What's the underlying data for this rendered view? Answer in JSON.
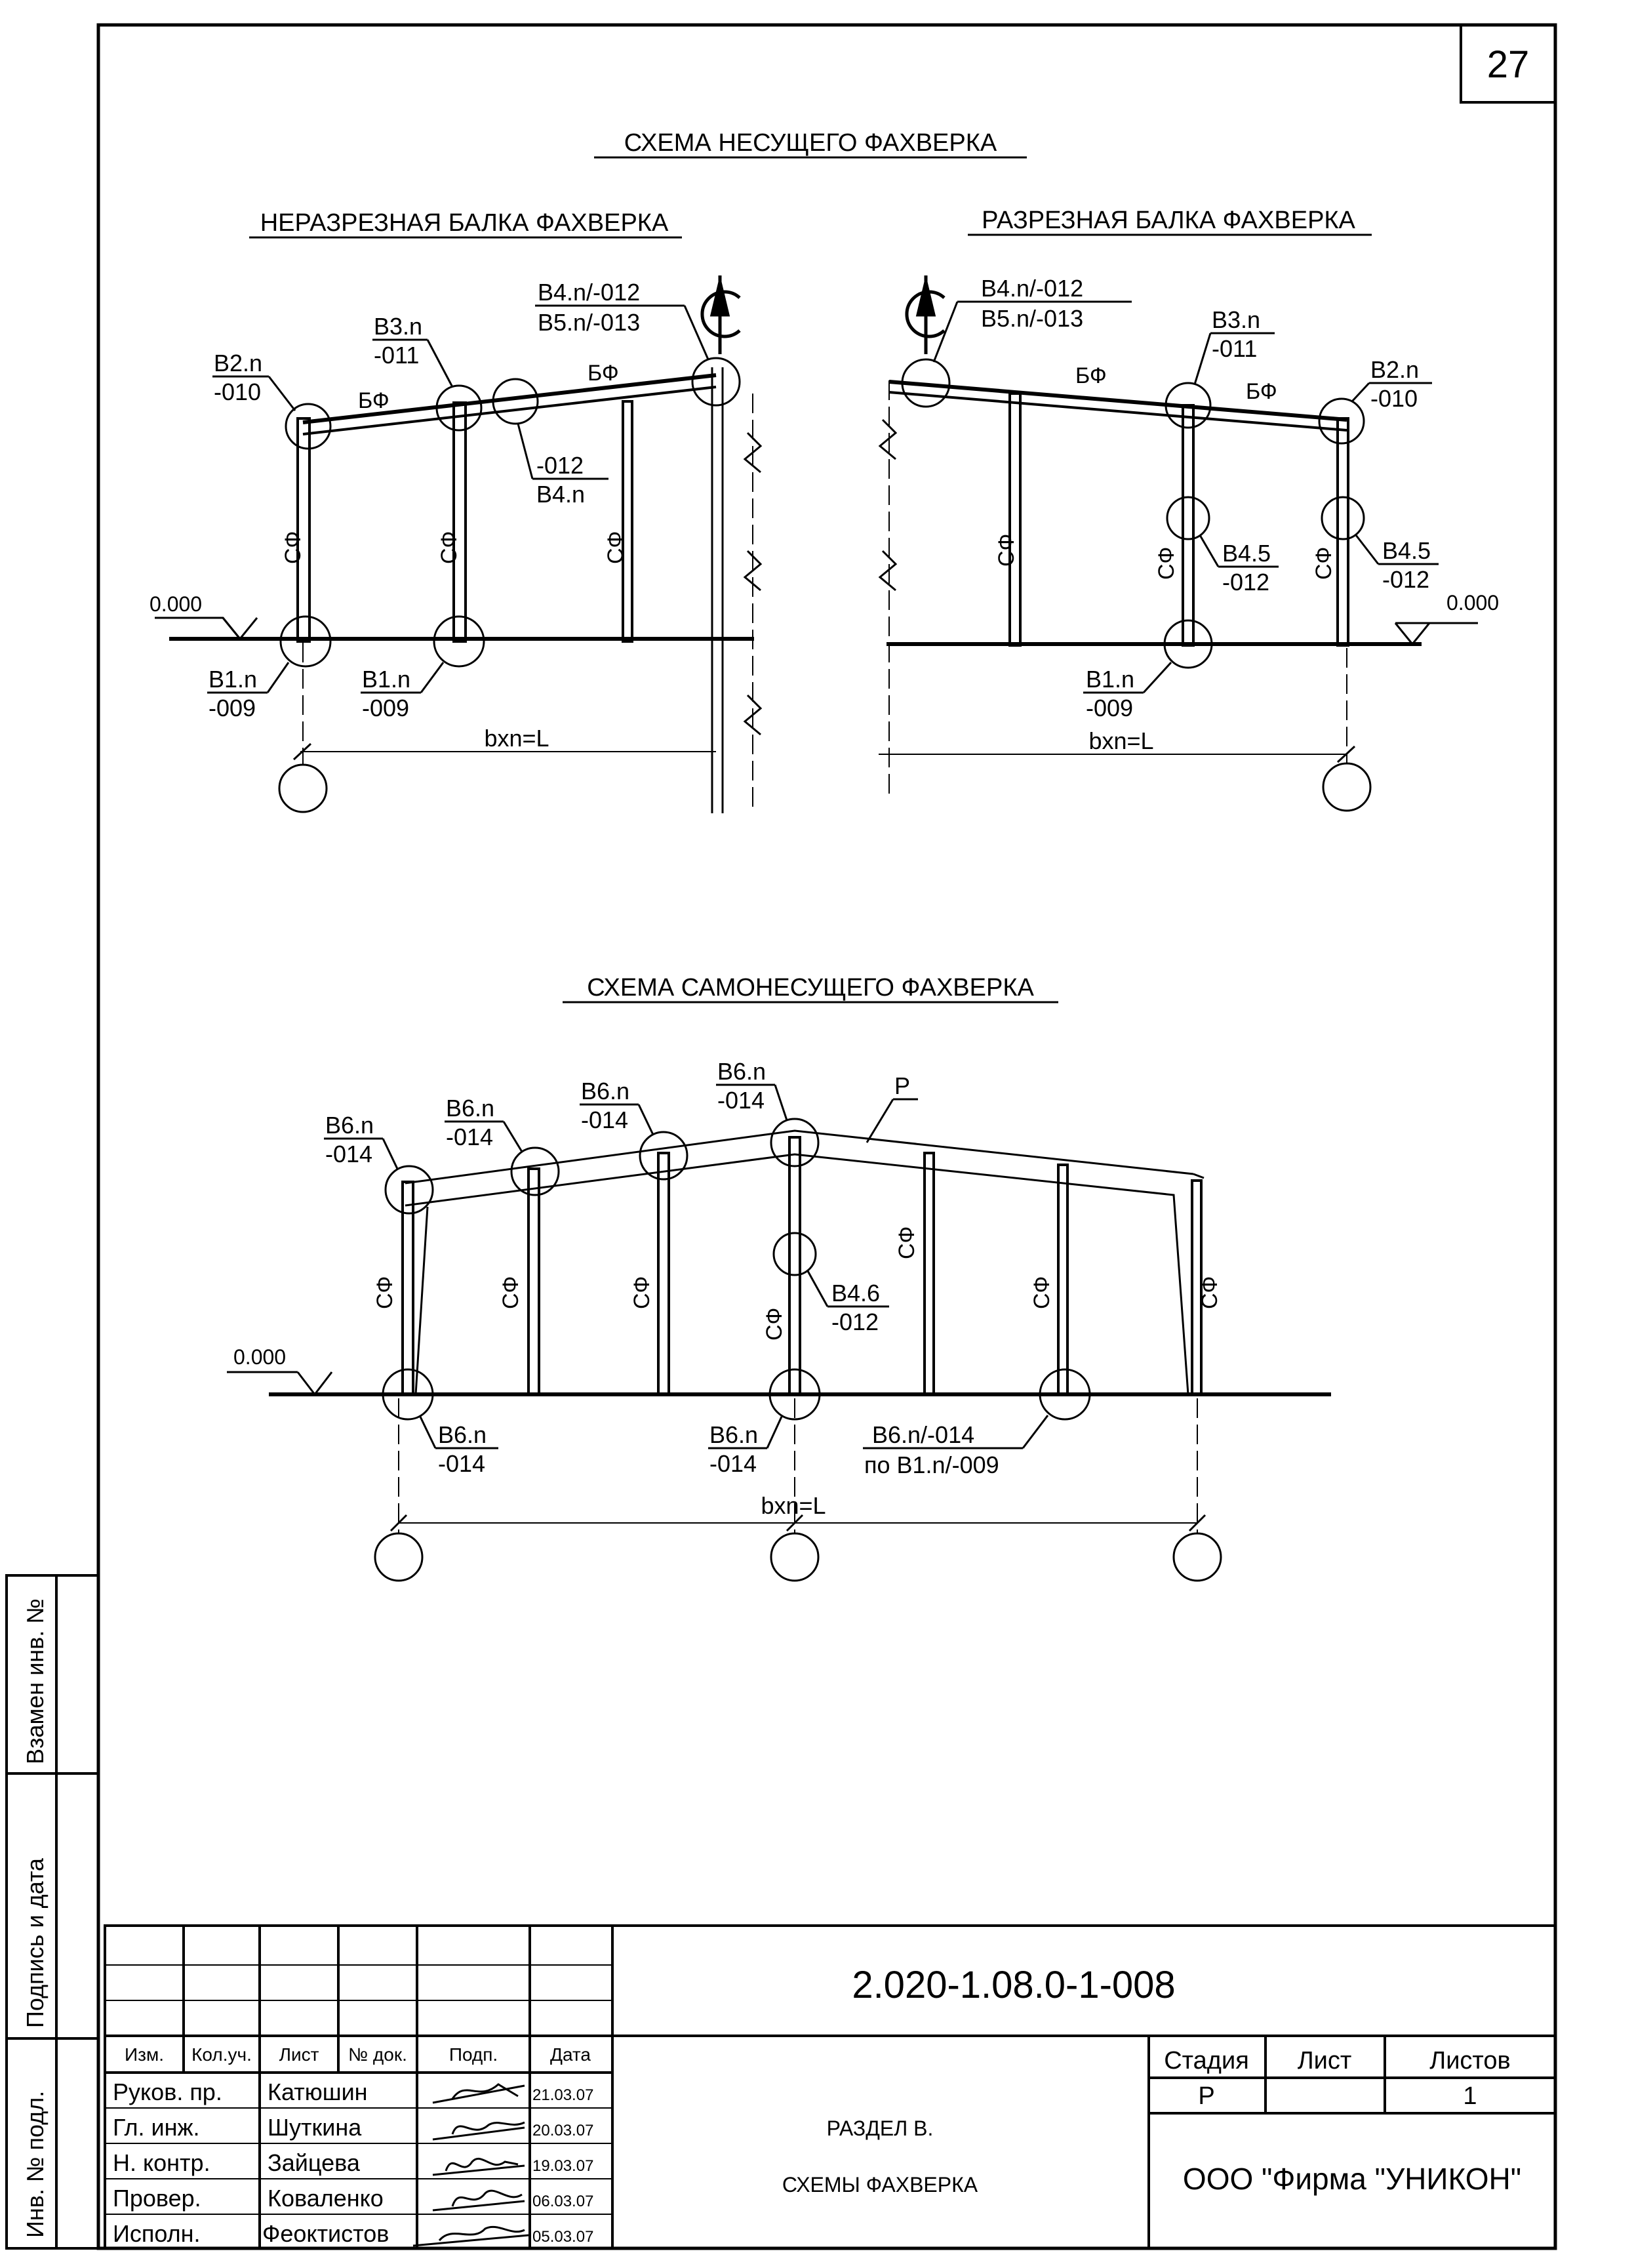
{
  "sheet_number": "27",
  "titles": {
    "load_bearing": "СХЕМА НЕСУЩЕГО ФАХВЕРКА",
    "continuous_beam": "НЕРАЗРЕЗНАЯ БАЛКА ФАХВЕРКА",
    "split_beam": "РАЗРЕЗНАЯ БАЛКА ФАХВЕРКА",
    "self_bearing": "СХЕМА САМОНЕСУЩЕГО ФАХВЕРКА"
  },
  "labels": {
    "beam": "БФ",
    "column": "СФ",
    "level": "0.000",
    "span": "bxn=L",
    "frame": "Р",
    "b1n": "В1.n",
    "m009": "-009",
    "b2n": "В2.n",
    "m010": "-010",
    "b3n": "В3.n",
    "m011": "-011",
    "m012": "-012",
    "b4n": "В4.n",
    "b4n_012": "В4.n/-012",
    "b5n_013": "В5.n/-013",
    "b45": "В4.5",
    "b46": "В4.6",
    "b6n": "В6.n",
    "m014": "-014",
    "b6n_014": "В6.n/-014",
    "po_b1n": "по В1.n/-009"
  },
  "side_stamp": {
    "cells": [
      "Взамен инв. №",
      "Подпись и дата",
      "Инв. № подл."
    ]
  },
  "title_block": {
    "doc_code": "2.020-1.08.0-1-008",
    "headers": [
      "Изм.",
      "Кол.уч.",
      "Лист",
      "№ док.",
      "Подп.",
      "Дата"
    ],
    "rows": [
      {
        "role": "Руков. пр.",
        "name": "Катюшин",
        "date": "21.03.07"
      },
      {
        "role": "Гл. инж.",
        "name": "Шуткина",
        "date": "20.03.07"
      },
      {
        "role": "Н. контр.",
        "name": "Зайцева",
        "date": "19.03.07"
      },
      {
        "role": "Провер.",
        "name": "Коваленко",
        "date": "06.03.07"
      },
      {
        "role": "Исполн.",
        "name": "Феоктистов",
        "date": "05.03.07"
      }
    ],
    "section": "РАЗДЕЛ В.",
    "section_name": "СХЕМЫ ФАХВЕРКА",
    "stage_header": "Стадия",
    "sheet_header": "Лист",
    "sheets_header": "Листов",
    "stage": "Р",
    "sheet": "",
    "sheets": "1",
    "company": "ООО \"Фирма \"УНИКОН\""
  }
}
